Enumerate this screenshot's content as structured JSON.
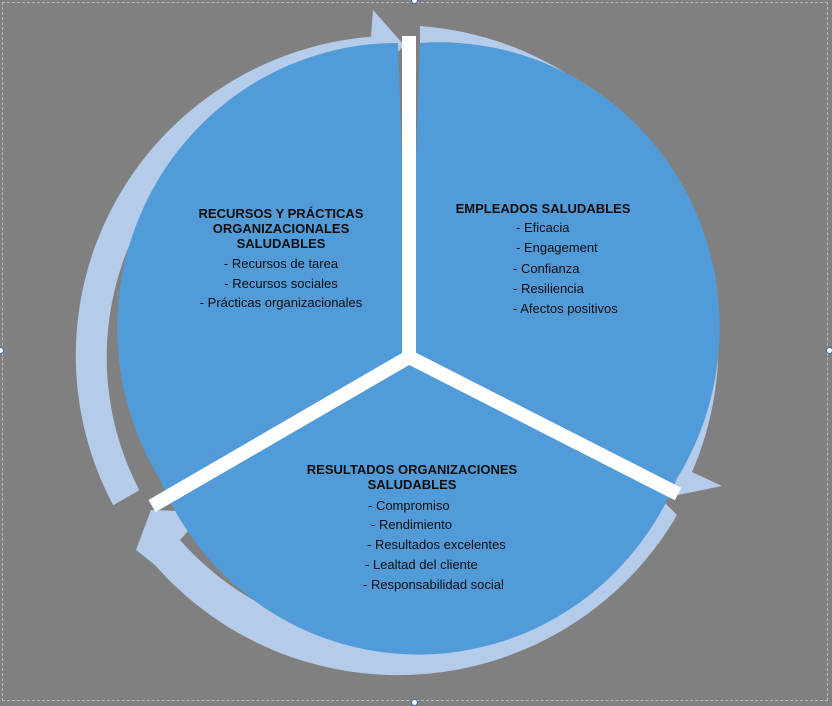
{
  "diagram": {
    "colors": {
      "background": "#808080",
      "segment_fill": "#529bd9",
      "arrow_fill": "#b4cbea",
      "separator": "#ffffff",
      "text": "#0d0d0d"
    },
    "segments": {
      "resources": {
        "title_lines": [
          "RECURSOS Y PRÁCTICAS",
          "ORGANIZACIONALES",
          "SALUDABLES"
        ],
        "items": [
          "- Recursos de tarea",
          "- Recursos sociales",
          "- Prácticas organizacionales"
        ]
      },
      "employees": {
        "title_lines": [
          "EMPLEADOS SALUDABLES"
        ],
        "items": [
          "- Eficacia",
          "- Engagement",
          "- Confianza",
          "- Resiliencia",
          "- Afectos positivos"
        ]
      },
      "results": {
        "title_lines": [
          "RESULTADOS ORGANIZACIONES",
          "SALUDABLES"
        ],
        "items": [
          "- Compromiso",
          "- Rendimiento",
          "- Resultados excelentes",
          "- Lealtad del cliente",
          "- Responsabilidad social"
        ]
      }
    }
  }
}
